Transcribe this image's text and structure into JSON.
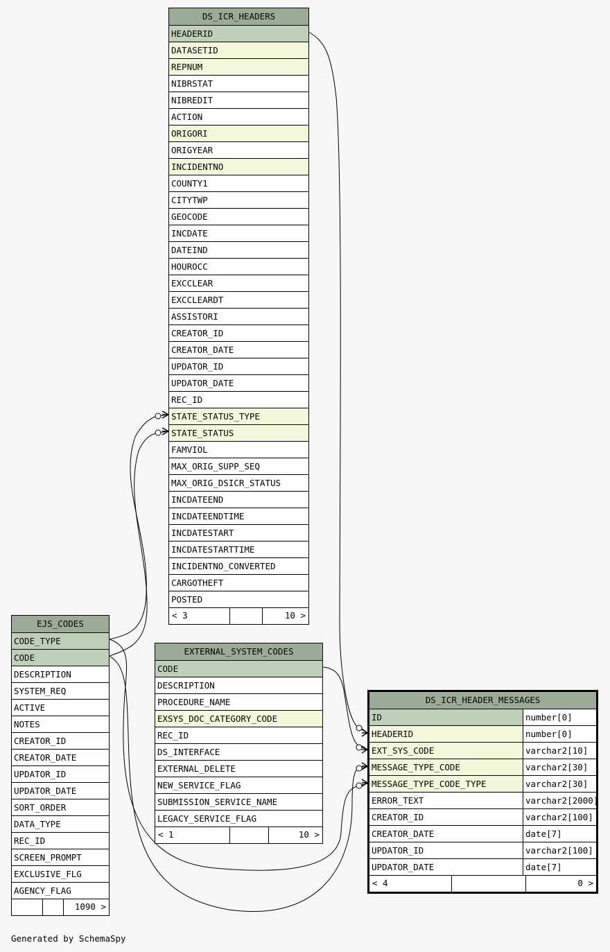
{
  "footer": "Generated by SchemaSpy",
  "tables": {
    "ds_icr_headers": {
      "name": "DS_ICR_HEADERS",
      "columns": [
        {
          "name": "HEADERID",
          "kind": "pk"
        },
        {
          "name": "DATASETID",
          "kind": "fk"
        },
        {
          "name": "REPNUM",
          "kind": "fk"
        },
        {
          "name": "NIBRSTAT",
          "kind": ""
        },
        {
          "name": "NIBREDIT",
          "kind": ""
        },
        {
          "name": "ACTION",
          "kind": ""
        },
        {
          "name": "ORIGORI",
          "kind": "fk"
        },
        {
          "name": "ORIGYEAR",
          "kind": ""
        },
        {
          "name": "INCIDENTNO",
          "kind": "fk"
        },
        {
          "name": "COUNTY1",
          "kind": ""
        },
        {
          "name": "CITYTWP",
          "kind": ""
        },
        {
          "name": "GEOCODE",
          "kind": ""
        },
        {
          "name": "INCDATE",
          "kind": ""
        },
        {
          "name": "DATEIND",
          "kind": ""
        },
        {
          "name": "HOUROCC",
          "kind": ""
        },
        {
          "name": "EXCCLEAR",
          "kind": ""
        },
        {
          "name": "EXCCLEARDT",
          "kind": ""
        },
        {
          "name": "ASSISTORI",
          "kind": ""
        },
        {
          "name": "CREATOR_ID",
          "kind": ""
        },
        {
          "name": "CREATOR_DATE",
          "kind": ""
        },
        {
          "name": "UPDATOR_ID",
          "kind": ""
        },
        {
          "name": "UPDATOR_DATE",
          "kind": ""
        },
        {
          "name": "REC_ID",
          "kind": ""
        },
        {
          "name": "STATE_STATUS_TYPE",
          "kind": "fk"
        },
        {
          "name": "STATE_STATUS",
          "kind": "fk"
        },
        {
          "name": "FAMVIOL",
          "kind": ""
        },
        {
          "name": "MAX_ORIG_SUPP_SEQ",
          "kind": ""
        },
        {
          "name": "MAX_ORIG_DSICR_STATUS",
          "kind": ""
        },
        {
          "name": "INCDATEEND",
          "kind": ""
        },
        {
          "name": "INCDATEENDTIME",
          "kind": ""
        },
        {
          "name": "INCDATESTART",
          "kind": ""
        },
        {
          "name": "INCDATESTARTTIME",
          "kind": ""
        },
        {
          "name": "INCIDENTNO_CONVERTED",
          "kind": ""
        },
        {
          "name": "CARGOTHEFT",
          "kind": ""
        },
        {
          "name": "POSTED",
          "kind": ""
        }
      ],
      "footer": [
        "< 3",
        "",
        "10 >"
      ]
    },
    "ejs_codes": {
      "name": "EJS_CODES",
      "columns": [
        {
          "name": "CODE_TYPE",
          "kind": "pk"
        },
        {
          "name": "CODE",
          "kind": "pk"
        },
        {
          "name": "DESCRIPTION",
          "kind": ""
        },
        {
          "name": "SYSTEM_REQ",
          "kind": ""
        },
        {
          "name": "ACTIVE",
          "kind": ""
        },
        {
          "name": "NOTES",
          "kind": ""
        },
        {
          "name": "CREATOR_ID",
          "kind": ""
        },
        {
          "name": "CREATOR_DATE",
          "kind": ""
        },
        {
          "name": "UPDATOR_ID",
          "kind": ""
        },
        {
          "name": "UPDATOR_DATE",
          "kind": ""
        },
        {
          "name": "SORT_ORDER",
          "kind": ""
        },
        {
          "name": "DATA_TYPE",
          "kind": ""
        },
        {
          "name": "REC_ID",
          "kind": ""
        },
        {
          "name": "SCREEN_PROMPT",
          "kind": ""
        },
        {
          "name": "EXCLUSIVE_FLG",
          "kind": ""
        },
        {
          "name": "AGENCY_FLAG",
          "kind": ""
        }
      ],
      "footer": [
        "",
        "",
        "1090 >"
      ]
    },
    "external_system_codes": {
      "name": "EXTERNAL_SYSTEM_CODES",
      "columns": [
        {
          "name": "CODE",
          "kind": "pk"
        },
        {
          "name": "DESCRIPTION",
          "kind": ""
        },
        {
          "name": "PROCEDURE_NAME",
          "kind": ""
        },
        {
          "name": "EXSYS_DOC_CATEGORY_CODE",
          "kind": "fk"
        },
        {
          "name": "REC_ID",
          "kind": ""
        },
        {
          "name": "DS_INTERFACE",
          "kind": ""
        },
        {
          "name": "EXTERNAL_DELETE",
          "kind": ""
        },
        {
          "name": "NEW_SERVICE_FLAG",
          "kind": ""
        },
        {
          "name": "SUBMISSION_SERVICE_NAME",
          "kind": ""
        },
        {
          "name": "LEGACY_SERVICE_FLAG",
          "kind": ""
        }
      ],
      "footer": [
        "< 1",
        "",
        "10 >"
      ]
    },
    "ds_icr_header_messages": {
      "name": "DS_ICR_HEADER_MESSAGES",
      "columns": [
        {
          "name": "ID",
          "type": "number[0]",
          "kind": "pk"
        },
        {
          "name": "HEADERID",
          "type": "number[0]",
          "kind": "fk"
        },
        {
          "name": "EXT_SYS_CODE",
          "type": "varchar2[10]",
          "kind": "fk"
        },
        {
          "name": "MESSAGE_TYPE_CODE",
          "type": "varchar2[30]",
          "kind": "fk"
        },
        {
          "name": "MESSAGE_TYPE_CODE_TYPE",
          "type": "varchar2[30]",
          "kind": "fk"
        },
        {
          "name": "ERROR_TEXT",
          "type": "varchar2[2000]",
          "kind": ""
        },
        {
          "name": "CREATOR_ID",
          "type": "varchar2[100]",
          "kind": ""
        },
        {
          "name": "CREATOR_DATE",
          "type": "date[7]",
          "kind": ""
        },
        {
          "name": "UPDATOR_ID",
          "type": "varchar2[100]",
          "kind": ""
        },
        {
          "name": "UPDATOR_DATE",
          "type": "date[7]",
          "kind": ""
        }
      ],
      "footer": [
        "< 4",
        "",
        "0 >"
      ]
    }
  }
}
